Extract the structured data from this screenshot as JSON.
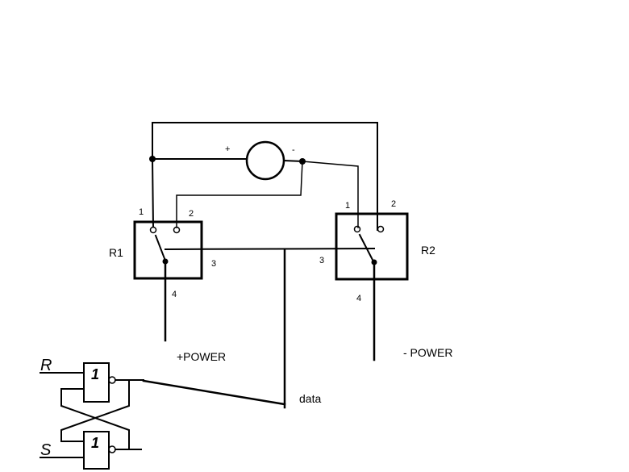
{
  "relays": {
    "r1": {
      "name": "R1",
      "pin1": "1",
      "pin2": "2",
      "pin3": "3",
      "pin4": "4"
    },
    "r2": {
      "name": "R2",
      "pin1": "1",
      "pin2": "2",
      "pin3": "3",
      "pin4": "4"
    }
  },
  "source": {
    "plus": "+",
    "minus": "-"
  },
  "power": {
    "positive": "+POWER",
    "negative": "- POWER"
  },
  "data_label": "data",
  "latch": {
    "r_input": "R",
    "s_input": "S",
    "gate_symbol": "1"
  },
  "colors": {
    "line": "#000000",
    "background": "#ffffff"
  }
}
